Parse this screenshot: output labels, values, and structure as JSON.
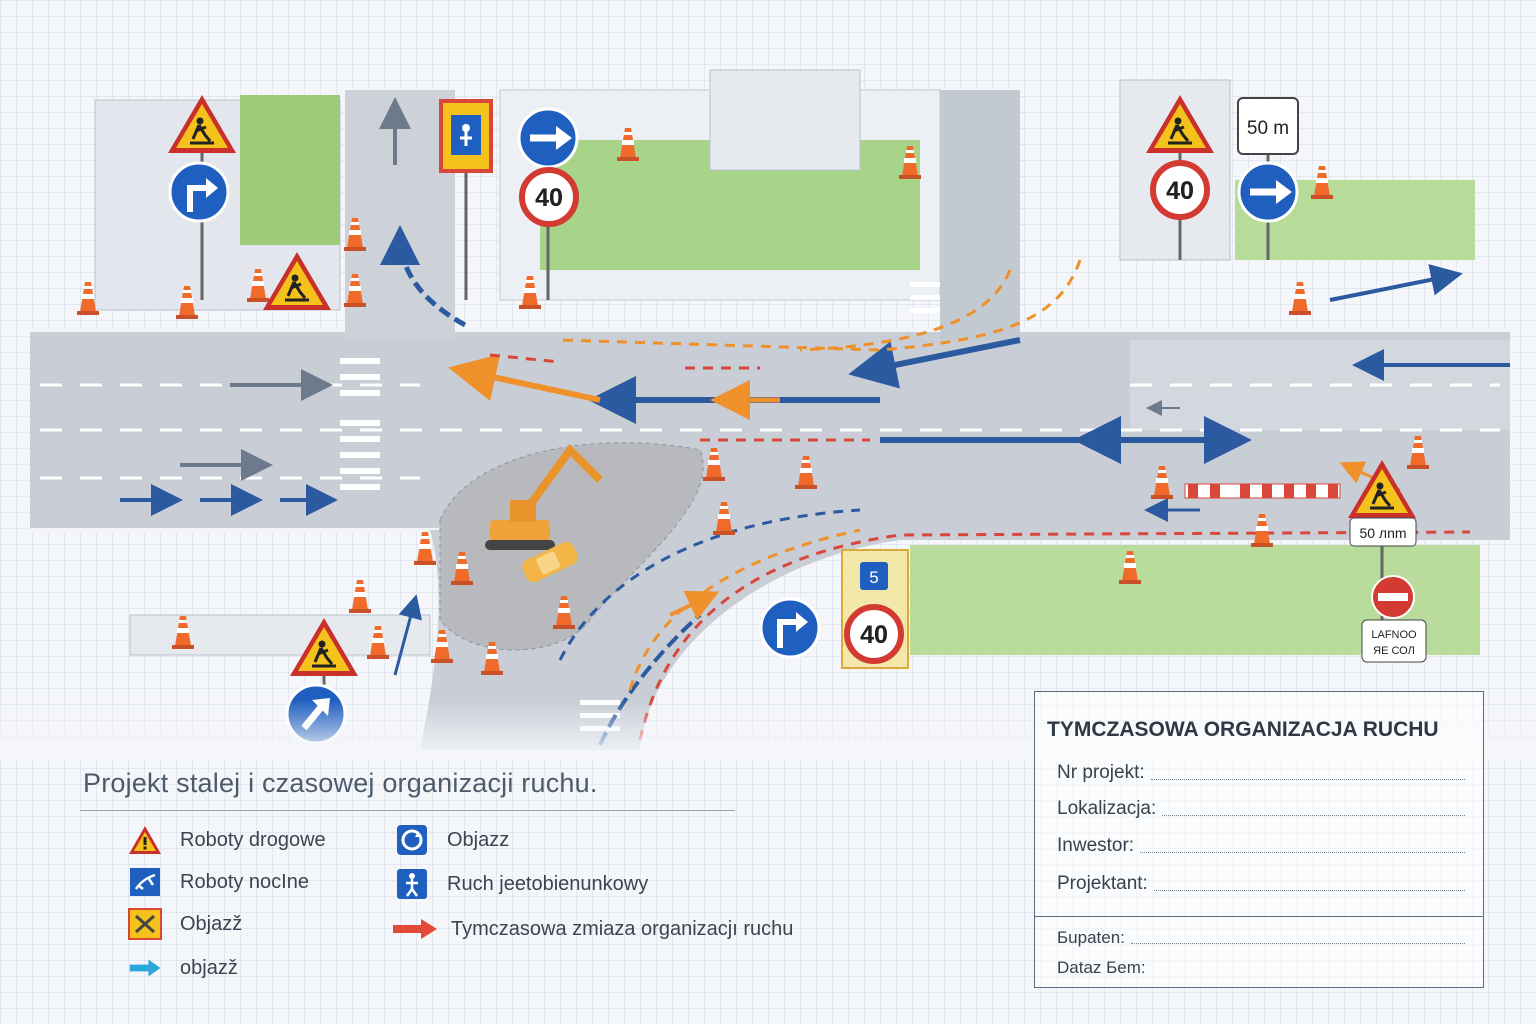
{
  "signs": {
    "speed_limit": "40",
    "distance_top": "50 m",
    "distance_right": "50 лnm",
    "lane_number": "5",
    "no_entry_plate_line1": "LAFNOO",
    "no_entry_plate_line2": "ЯЕ СОЛ"
  },
  "diagram_title": "Projekt stalej i czasowej organizacji ruchu.",
  "legend": {
    "col1": [
      {
        "label": "Roboty drogowe",
        "icon": "roadworks-warning-icon"
      },
      {
        "label": "Roboty nocIne",
        "icon": "night-works-icon"
      },
      {
        "label": "Objazž",
        "icon": "detour-yellow-icon"
      },
      {
        "label": "objazž",
        "icon": "detour-arrow-icon"
      }
    ],
    "col2": [
      {
        "label": "Objazz",
        "icon": "detour-circle-icon"
      },
      {
        "label": "Ruch jeetobienunkowy",
        "icon": "pedestrian-route-icon"
      },
      {
        "label": "Tymczasowa zmiaza organizacjı ruchu",
        "icon": "temporary-change-arrow-icon"
      }
    ]
  },
  "title_block": {
    "heading": "TYMCZASOWA ORGANIZACJA RUCHU",
    "fields": [
      {
        "label": "Nr projekt:"
      },
      {
        "label": "Lokalizacja:"
      },
      {
        "label": "Inwestor:"
      },
      {
        "label": "Projektant:"
      }
    ],
    "footer_fields": [
      {
        "label": "Бupaten:"
      },
      {
        "label": "Dataz Бem:"
      }
    ]
  },
  "colors": {
    "road": "#c9ced6",
    "blue_route": "#2c5aa0",
    "orange_route": "#f0902a",
    "temporary_red": "#d9473a",
    "warning_yellow": "#f4c21a",
    "sign_blue": "#1f5fbf",
    "grass": "#8fc46a"
  }
}
